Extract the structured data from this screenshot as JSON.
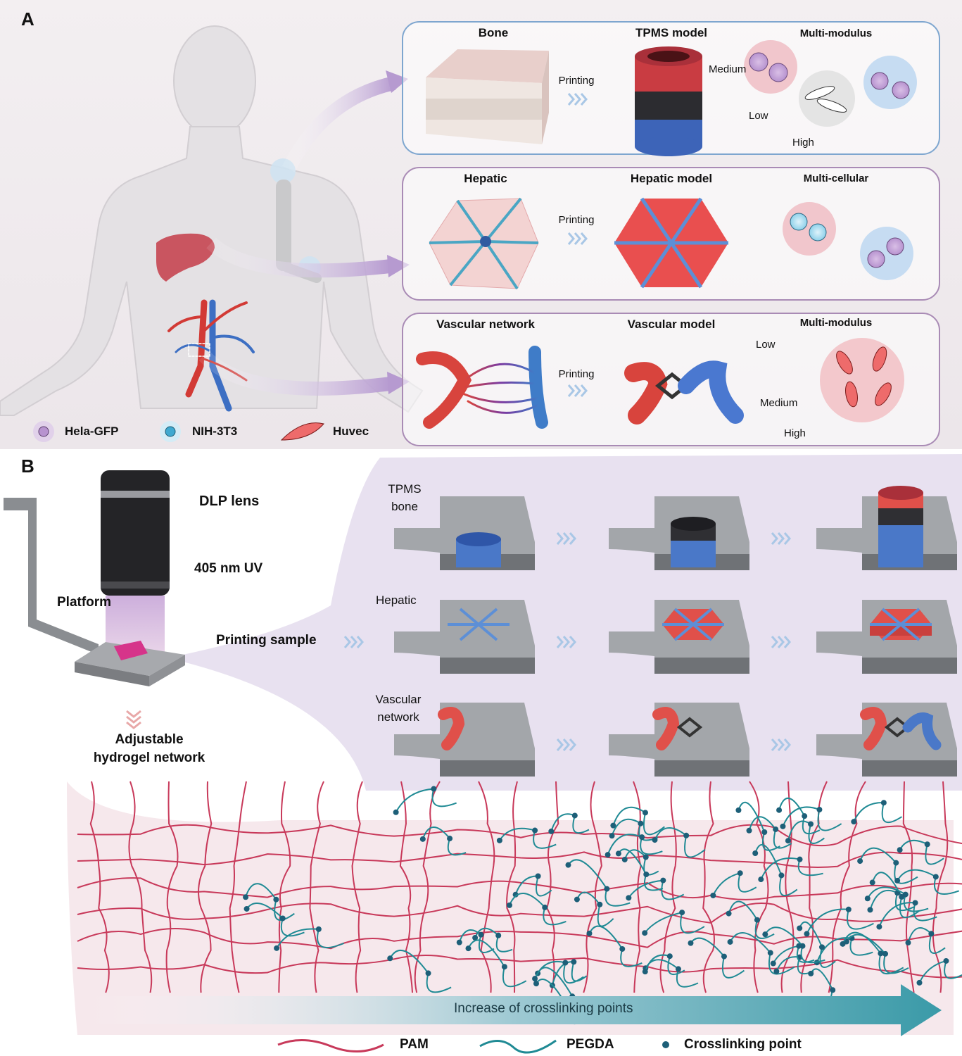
{
  "panel_a": {
    "letter": "A",
    "rows": [
      {
        "tissue": "Bone",
        "printing": "Printing",
        "model": "TPMS model",
        "property": "Multi-modulus",
        "levels": [
          "Medium",
          "Low",
          "High"
        ]
      },
      {
        "tissue": "Hepatic",
        "printing": "Printing",
        "model": "Hepatic model",
        "property": "Multi-cellular",
        "levels": []
      },
      {
        "tissue": "Vascular network",
        "printing": "Printing",
        "model": "Vascular model",
        "property": "Multi-modulus",
        "levels": [
          "Low",
          "Medium",
          "High"
        ]
      }
    ],
    "legend": [
      "Hela-GFP",
      "NIH-3T3",
      "Huvec"
    ]
  },
  "panel_b": {
    "letter": "B",
    "setup_labels": {
      "lens": "DLP lens",
      "uv": "405 nm UV",
      "platform": "Platform",
      "sample": "Printing sample",
      "network": "Adjustable hydrogel network"
    },
    "steps": [
      {
        "name": "TPMS bone"
      },
      {
        "name": "Hepatic"
      },
      {
        "name": "Vascular network"
      }
    ],
    "arrow_text": "Increase of crosslinking points",
    "legend": [
      "PAM",
      "PEGDA",
      "Crosslinking point"
    ]
  },
  "colors": {
    "pam": "#c8395a",
    "pegda": "#1f8a94",
    "crosslink": "#1d5f78",
    "red_model": "#e0504a",
    "blue_model": "#4a78c8",
    "dark_model": "#2f2f33",
    "box_border": "#7ea6cf",
    "box_border_purple": "#a98bb5"
  }
}
